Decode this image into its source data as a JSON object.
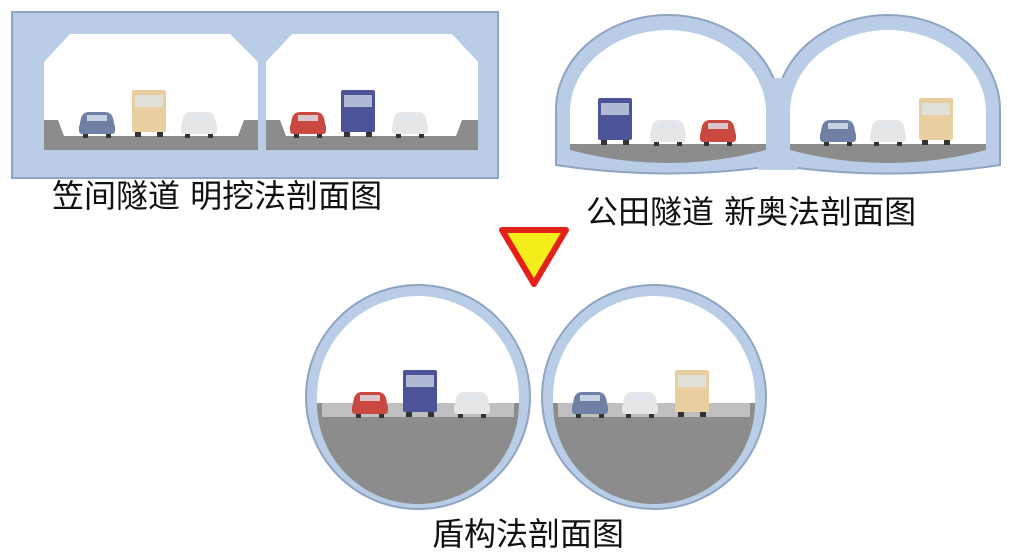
{
  "captions": {
    "cut_and_cover": "笠间隧道 明挖法剖面图",
    "natm": "公田隧道 新奥法剖面图",
    "shield": "盾构法剖面图"
  },
  "colors": {
    "structure": "#b9cde6",
    "structure_edge": "#8fa4c2",
    "inner_fill": "#ffffff",
    "ground": "#8c8c8c",
    "ground_light": "#bfbfbf",
    "arrow": "#e32119",
    "arrow_fill": "#f4ef1a",
    "car_red": "#c9483f",
    "car_blue": "#6f7fa6",
    "car_white": "#e6e6e6",
    "bus_blue": "#4c5497",
    "bus_tan": "#e8cfa0"
  }
}
